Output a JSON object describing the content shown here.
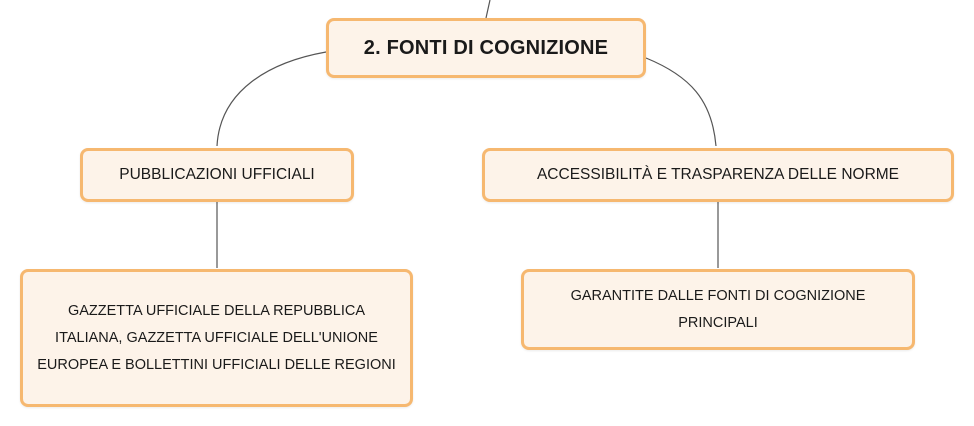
{
  "diagram": {
    "root": {
      "label": "2. FONTI DI COGNIZIONE"
    },
    "branches": [
      {
        "label": "PUBBLICAZIONI UFFICIALI",
        "child": "GAZZETTA UFFICIALE DELLA REPUBBLICA ITALIANA, GAZZETTA UFFICIALE DELL'UNIONE EUROPEA E BOLLETTINI UFFICIALI DELLE REGIONI"
      },
      {
        "label": "ACCESSIBILITÀ E TRASPARENZA DELLE NORME",
        "child": "GARANTITE DALLE FONTI DI COGNIZIONE PRINCIPALI"
      }
    ],
    "colors": {
      "node_fill": "#fdf3e9",
      "node_border": "#f6b870",
      "connector": "#555555",
      "text": "#1a1a1a"
    }
  }
}
